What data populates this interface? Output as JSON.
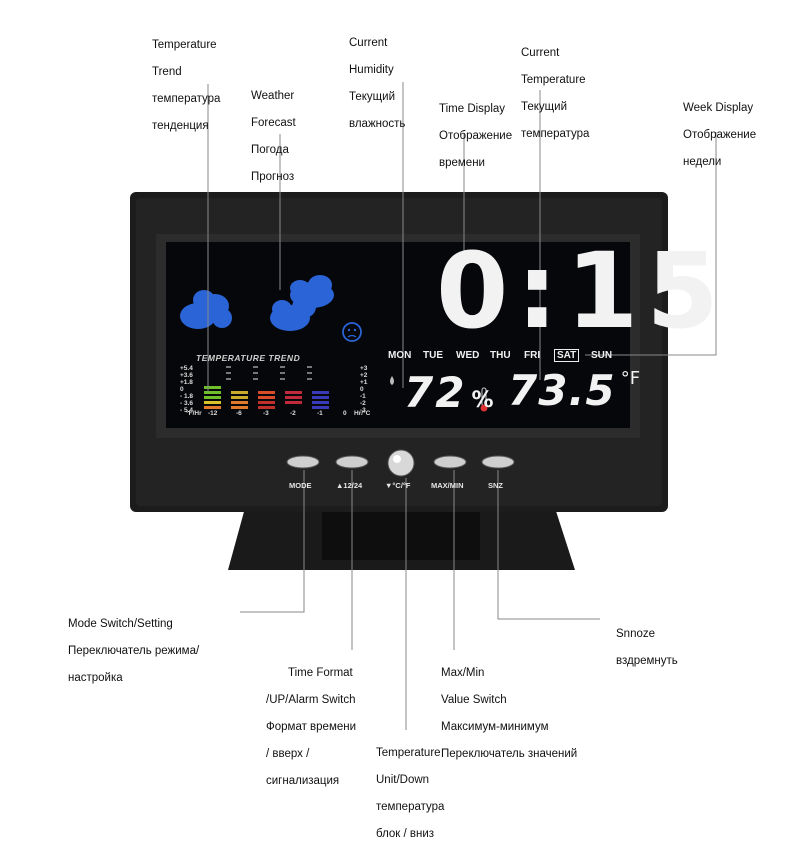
{
  "device": {
    "time": "0:15",
    "days": [
      "MON",
      "TUE",
      "WED",
      "THU",
      "FRI",
      "SAT",
      "SUN"
    ],
    "selected_day": "SAT",
    "humidity": "72",
    "humidity_unit": "%",
    "temperature": "73.5",
    "temperature_unit": "°F",
    "trend_title": "TEMPERATURE TREND",
    "trend_left_scale": [
      "+5.4",
      "+3.6",
      "+1.8",
      "0",
      "- 1.8",
      "- 3.6",
      "- 5.4"
    ],
    "trend_right_scale": [
      "+3",
      "+2",
      "+1",
      "0",
      "-1",
      "-2",
      "-3"
    ],
    "trend_x_labels": [
      "-12",
      "-6",
      "-3",
      "-2",
      "-1",
      "0"
    ],
    "trend_x_unit_left": "°F/Hr",
    "trend_x_unit_right": "Hr/°C",
    "buttons": {
      "mode": "MODE",
      "format": "▲12/24",
      "unit": "▼°C/°F",
      "maxmin": "MAX/MIN",
      "snz": "SNZ"
    },
    "colors": {
      "cloud": "#2b64d6",
      "lcd_bg": "#06070a",
      "digits": "#f2f2f2"
    }
  },
  "labels": {
    "temp_trend": [
      "Temperature",
      "Trend",
      "температура",
      "тенденция"
    ],
    "weather_forecast": [
      "Weather",
      "Forecast",
      "Погода",
      "Прогноз"
    ],
    "current_humidity": [
      "Current",
      "Humidity",
      "Текущий",
      "влажность"
    ],
    "time_display": [
      "Time Display",
      "Отображение",
      "времени"
    ],
    "current_temperature": [
      "Current",
      "Temperature",
      "Текущий",
      "температура"
    ],
    "week_display": [
      "Week Display",
      "Отображение",
      "недели"
    ],
    "mode_switch": [
      "Mode Switch/Setting",
      "Переключатель режима/",
      "настройка"
    ],
    "time_format": [
      "Time Format",
      "/UP/Alarm Switch",
      "Формат времени",
      "/ вверх /",
      "сигнализация"
    ],
    "temp_unit": [
      "Temperature",
      "Unit/Down",
      "температура",
      "блок / вниз"
    ],
    "max_min": [
      "Max/Min",
      "Value Switch",
      "Максимум-минимум",
      "Переключатель значений"
    ],
    "snooze": [
      "Snnoze",
      "вздремнуть"
    ]
  }
}
